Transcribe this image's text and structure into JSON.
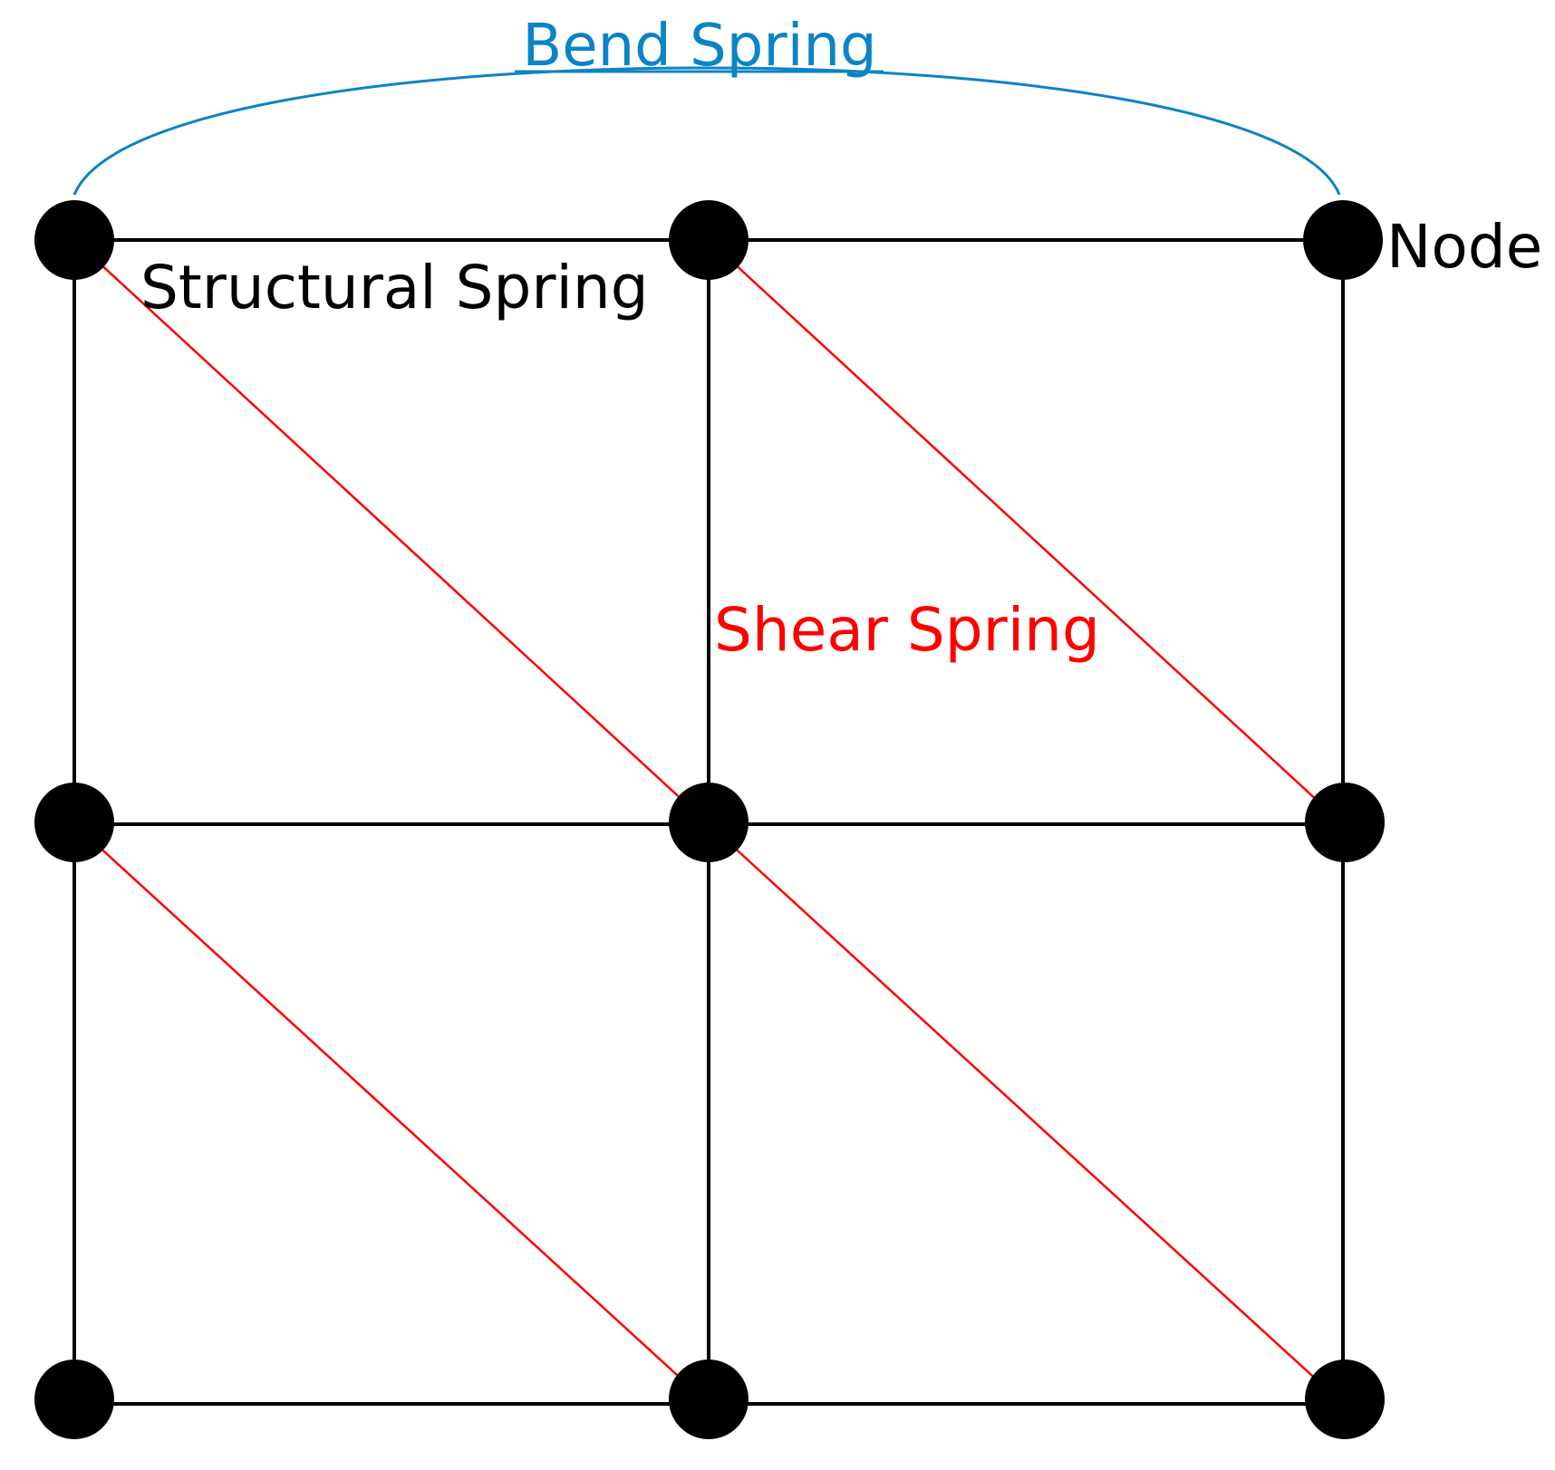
{
  "labels": {
    "bend": "Bend Spring",
    "structural": "Structural Spring",
    "shear": "Shear Spring",
    "node": "Node"
  },
  "colors": {
    "structural": "#000000",
    "shear": "#ff0000",
    "bend": "#0a84c6",
    "node": "#000000",
    "background": "#ffffff"
  },
  "grid": {
    "rows": 3,
    "cols": 3
  }
}
